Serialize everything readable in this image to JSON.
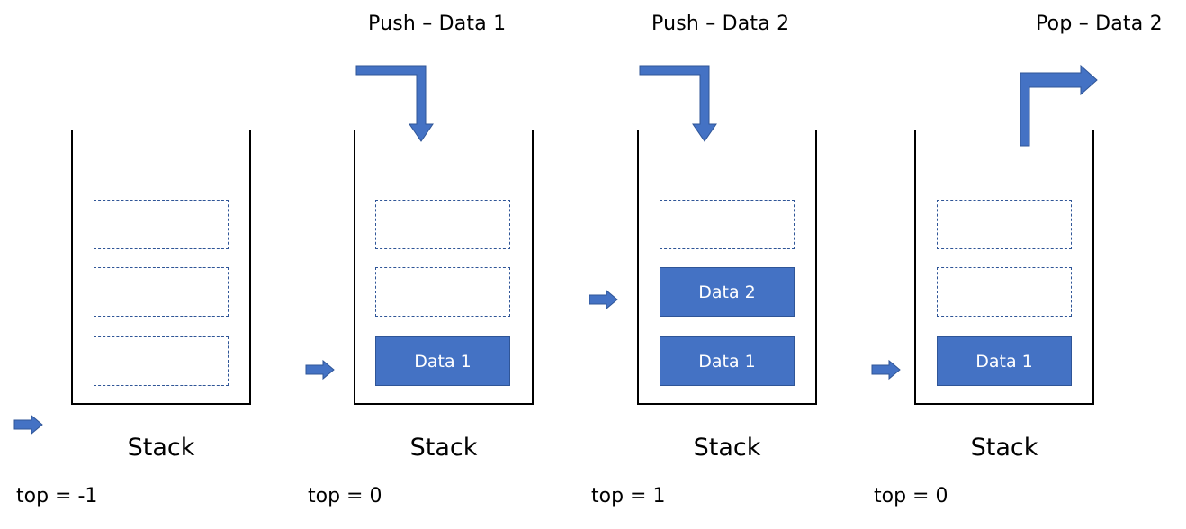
{
  "panels": [
    {
      "operation": "",
      "slots": [
        "",
        "",
        ""
      ],
      "stack_label": "Stack",
      "top_label": "top = -1"
    },
    {
      "operation": "Push – Data 1",
      "slots": [
        "",
        "",
        "Data 1"
      ],
      "stack_label": "Stack",
      "top_label": "top = 0"
    },
    {
      "operation": "Push – Data 2",
      "slots": [
        "",
        "Data 2",
        "Data 1"
      ],
      "stack_label": "Stack",
      "top_label": "top = 1"
    },
    {
      "operation": "Pop – Data 2",
      "slots": [
        "",
        "",
        "Data 1"
      ],
      "stack_label": "Stack",
      "top_label": "top = 0"
    }
  ],
  "colors": {
    "filled_slot": "#4472c4",
    "slot_border": "#2f5597",
    "arrow": "#4472c4"
  }
}
